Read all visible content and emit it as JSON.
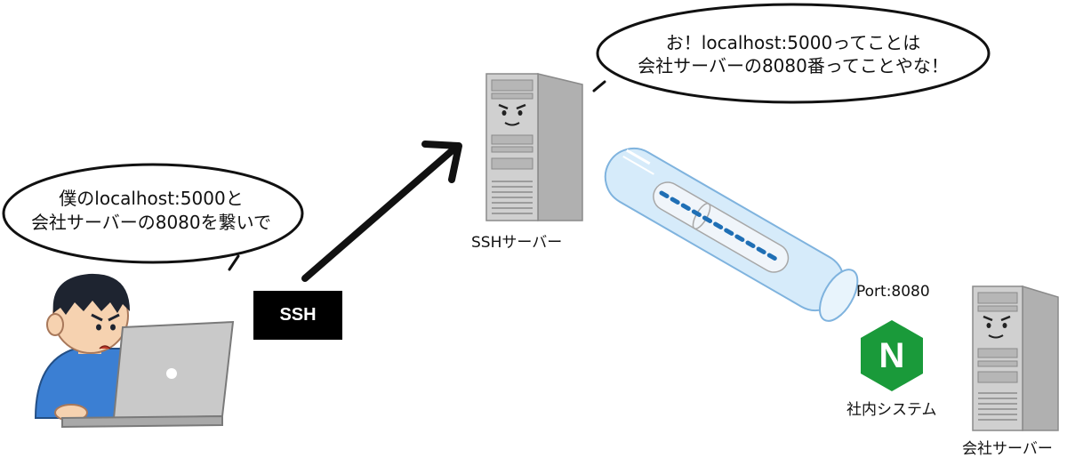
{
  "bubbles": {
    "left_line1": "僕のlocalhost:5000と",
    "left_line2": "会社サーバーの8080を繋いで",
    "right_line1": "お！localhost:5000ってことは",
    "right_line2": "会社サーバーの8080番ってことやな！"
  },
  "labels": {
    "ssh": "SSH",
    "ssh_server": "SSHサーバー",
    "port": "Port:8080",
    "nginx_letter": "N",
    "internal_system": "社内システム",
    "company_server": "会社サーバー"
  },
  "colors": {
    "server_body": "#c8c8c8",
    "tube": "#cfe6f7",
    "tube_outline": "#7fb3de",
    "dash": "#1f6fb5",
    "nginx": "#1a9a3a",
    "person_shirt": "#3b7fd3",
    "laptop": "#c9c9c9"
  }
}
